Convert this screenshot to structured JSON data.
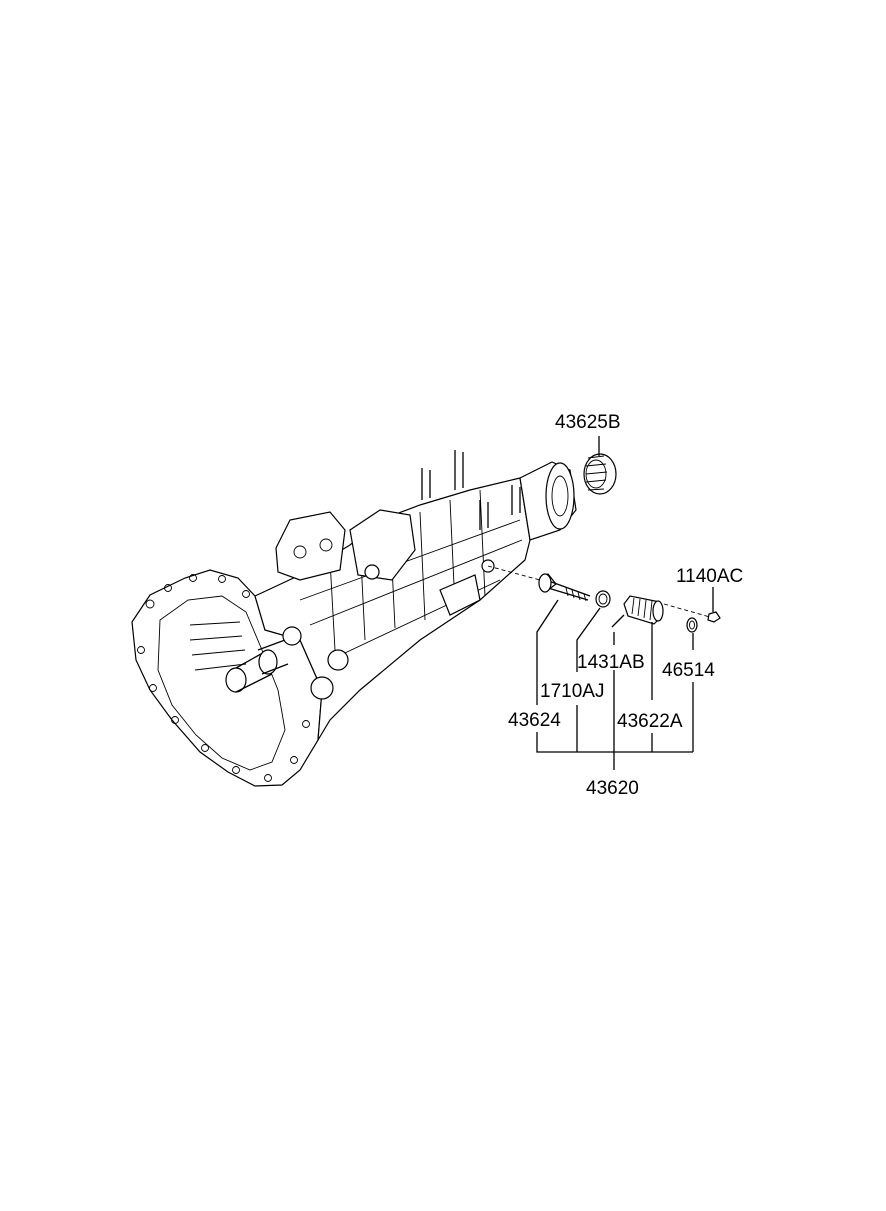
{
  "parts": {
    "p43625B": "43625B",
    "p1140AC": "1140AC",
    "p1431AB": "1431AB",
    "p46514": "46514",
    "p1710AJ": "1710AJ",
    "p43624": "43624",
    "p43622A": "43622A",
    "p43620": "43620"
  }
}
